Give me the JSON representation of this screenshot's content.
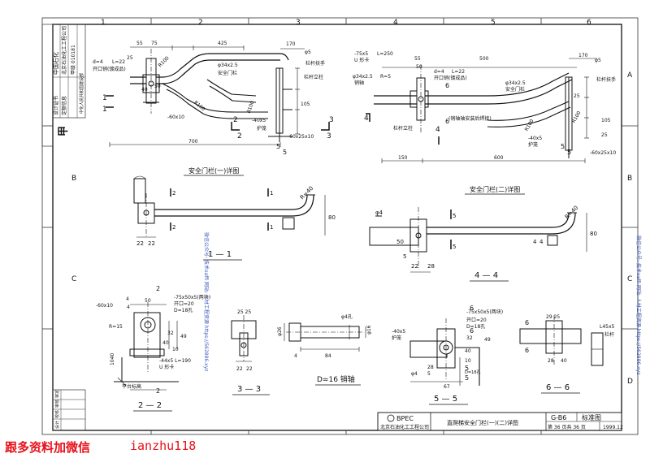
{
  "grid": {
    "cols_top": [
      "1",
      "2",
      "3",
      "4",
      "5",
      "6"
    ],
    "cols_bottom": [
      "1",
      "2",
      "3",
      "4",
      "5",
      "6"
    ],
    "rows_left": [
      "A",
      "B",
      "C",
      "D"
    ],
    "rows_right": [
      "A",
      "B",
      "C",
      "D"
    ]
  },
  "left_titleblock": {
    "org_lines": [
      "中国石化",
      "北京石油化工工程公司",
      "甲级 010181",
      "中化人民共和国建设部"
    ],
    "small_lines": [
      "设计证书",
      "定额信息"
    ],
    "bottom_labels": [
      "设计",
      "校核",
      "审核",
      "审定"
    ],
    "mark": "甲"
  },
  "views": {
    "v1_title": "安全门栏(一)详图",
    "v2_title": "安全门栏(二)详图",
    "s1": "1 — 1",
    "s4": "4 — 4",
    "s2": "2 — 2",
    "s3": "3 — 3",
    "s5": "5 — 5",
    "s6": "6 — 6",
    "pin": "D=16  销轴"
  },
  "v1": {
    "dims": [
      "55",
      "75",
      "425",
      "25",
      "40",
      "50",
      "700",
      "170",
      "105",
      "R100",
      "R100",
      "R100",
      "d=4",
      "L=22",
      "开口销(镀成品)",
      "φ34x2.5",
      "安全门栏",
      "栏杆扶手",
      "-60x10",
      "-40x5",
      "-60x25x10",
      "护笼",
      "栏杆立柱",
      "1",
      "1",
      "2",
      "2",
      "3",
      "3",
      "5",
      "5",
      "φ5",
      "1",
      "1"
    ]
  },
  "v2": {
    "dims": [
      "-75x5",
      "L=250",
      "U 形卡",
      "φ34x2.5",
      "R=5",
      "销轴",
      "55",
      "50",
      "500",
      "d=4",
      "L=22",
      "开口销(镀成品)",
      "φ34x2.5",
      "安全门栏",
      "栏杆扶手",
      "170",
      "105",
      "25",
      "25",
      "150",
      "600",
      "-40x5",
      "护笼",
      "-60x25x10",
      "栏杆立柱",
      "(销轴轴安装后焊接)",
      "R100",
      "R100",
      "4",
      "4",
      "5",
      "5",
      "φ5",
      "6",
      "6"
    ]
  },
  "s1_dims": [
    "2",
    "2",
    "R=40",
    "80",
    "22",
    "22",
    "1",
    "1"
  ],
  "s4_dims": [
    "φ4",
    "5",
    "5",
    "R=40",
    "80",
    "50",
    "5",
    "22",
    "28",
    "4",
    "4"
  ],
  "s2_dims": [
    "4",
    "50",
    "-60x10",
    "-75x50x5(两块)",
    "开口=20",
    "D=18孔",
    "R=15",
    "-44x5 L=190",
    "U 形卡",
    "1040",
    "平台标高",
    "32",
    "40",
    "49",
    "10",
    "4",
    "2",
    "2"
  ],
  "s3_dims": [
    "25 25",
    "φ4孔",
    "φ26",
    "φ16",
    "84",
    "4",
    "22",
    "22"
  ],
  "s5_dims": [
    "-75x50x5(两块)",
    "开口=20",
    "D=18孔",
    "-40x5",
    "护笼",
    "φ4",
    "5",
    "67",
    "28",
    "49",
    "32",
    "40",
    "10",
    "5",
    "5",
    "6",
    "6"
  ],
  "s6_dims": [
    "29 25",
    "L45x5",
    "栏杆",
    "28",
    "40",
    "6",
    "6"
  ],
  "footer": {
    "company": "北京石油化工工程公司",
    "logo_text": "BPEC",
    "title": "直爬梯安全门栏(一)(二)详图",
    "code": "G-B6",
    "std": "标准图",
    "page": "第 36 页共 36 页",
    "date": "1999.12"
  },
  "side_watermark_left": "微信公众号: 技术oaffi 网站: 人材工程资源 https://562886.xyz",
  "side_watermark_right": "微信公众号: 技术oaffi 网站: 人材工程资源 https://562886.xyz",
  "bottom_watermark": {
    "left": "跟多资料加微信",
    "right": "ianzhu118"
  }
}
